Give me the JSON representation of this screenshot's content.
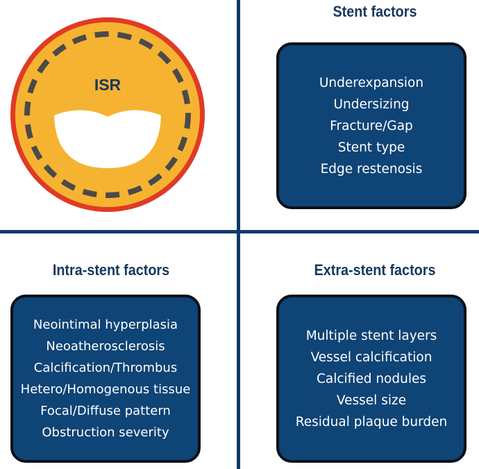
{
  "isr_label": "ISR",
  "colors": {
    "divider": "#0f3a6b",
    "box_fill": "#0f4476",
    "box_border": "#0a0f1a",
    "title_text": "#16375f",
    "ring_outer": "#e03a25",
    "ring_fill": "#f6b331",
    "dash": "#4a4a4a"
  },
  "sections": {
    "stent": {
      "title": "Stent factors",
      "items": [
        "Underexpansion",
        "Undersizing",
        "Fracture/Gap",
        "Stent type",
        "Edge restenosis"
      ]
    },
    "intra": {
      "title": "Intra-stent factors",
      "items": [
        "Neointimal hyperplasia",
        "Neoatherosclerosis",
        "Calcification/Thrombus",
        "Hetero/Homogenous tissue",
        "Focal/Diffuse pattern",
        "Obstruction severity"
      ]
    },
    "extra": {
      "title": "Extra-stent factors",
      "items": [
        "Multiple stent layers",
        "Vessel calcification",
        "Calcified nodules",
        "Vessel size",
        "Residual plaque burden"
      ]
    }
  }
}
